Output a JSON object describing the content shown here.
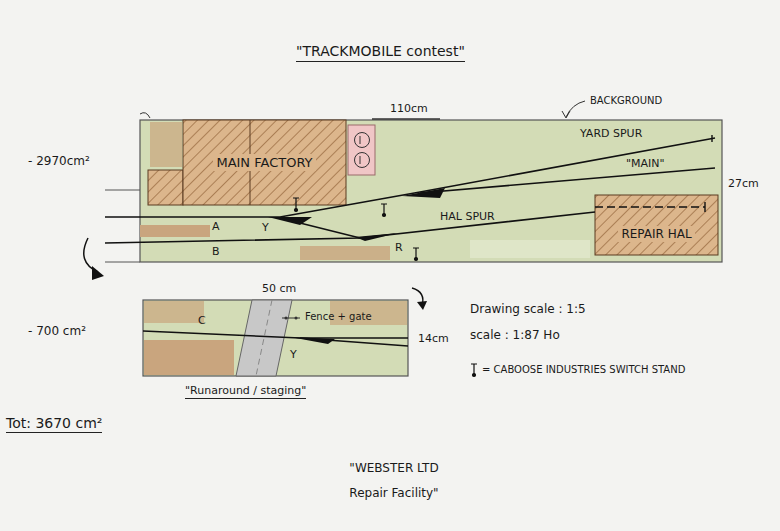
{
  "diagram": {
    "title": "\"TRACKMOBILE contest\"",
    "caption": "\"WEBSTER LTD Repair Facility\"",
    "nodes": [
      {
        "text": [
          "MAIN FACTORY"
        ]
      },
      {
        "text": [
          "REPAIR HAL"
        ]
      }
    ],
    "labels": [
      "110cm",
      "BACKGROUND",
      "- 2970cm²",
      "YARD SPUR",
      "\"MAIN\"",
      "27cm",
      "A",
      "Y",
      "HAL SPUR",
      "R",
      "B",
      "50 cm",
      "Fence + gate",
      "C",
      "Y",
      "14cm",
      "- 700 cm²",
      "\"Runaround / staging\"",
      "Drawing scale : 1:5",
      "scale : 1:87 Ho",
      "Tot: 3670 cm²"
    ],
    "legend": [
      {
        "text": "= CABOOSE INDUSTRIES SWITCH STAND"
      }
    ]
  }
}
